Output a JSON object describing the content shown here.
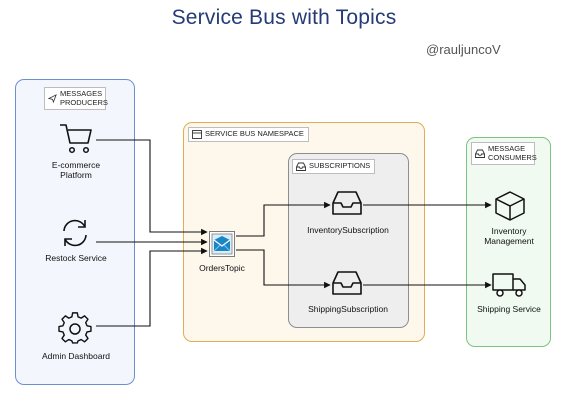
{
  "title": "Service Bus with Topics",
  "handle": "@rauljuncoV",
  "groups": {
    "producers": "MESSAGES PRODUCERS",
    "namespace": "SERVICE BUS NAMESPACE",
    "subscriptions": "SUBSCRIPTIONS",
    "consumers": "MESSAGE CONSUMERS"
  },
  "producers": [
    {
      "label": "E-commerce Platform",
      "icon": "shopping-cart-icon"
    },
    {
      "label": "Restock Service",
      "icon": "refresh-icon"
    },
    {
      "label": "Admin Dashboard",
      "icon": "gear-icon"
    }
  ],
  "topic": {
    "label": "OrdersTopic",
    "icon": "topic-envelope-icon"
  },
  "subscriptions": [
    {
      "label": "InventorySubscription",
      "icon": "inbox-tray-icon"
    },
    {
      "label": "ShippingSubscription",
      "icon": "inbox-tray-icon"
    }
  ],
  "consumers": [
    {
      "label": "Inventory Management",
      "icon": "package-cube-icon"
    },
    {
      "label": "Shipping Service",
      "icon": "delivery-truck-icon"
    }
  ],
  "colors": {
    "title": "#243b78",
    "producers_border": "#6c8fd4",
    "namespace_border": "#e0ad52",
    "subscriptions_border": "#8e8e8e",
    "consumers_border": "#7cc47f",
    "topic_accent": "#1a86c8"
  }
}
